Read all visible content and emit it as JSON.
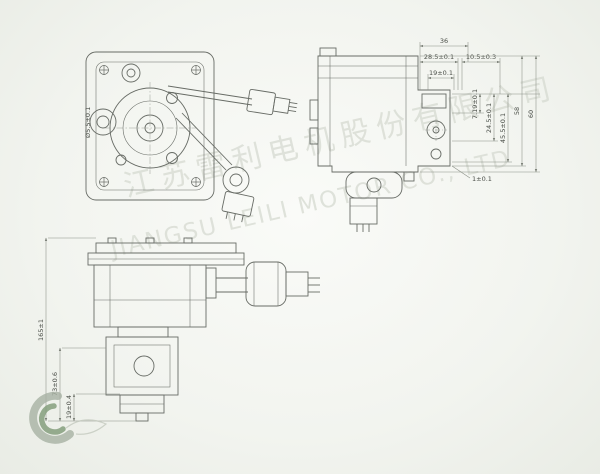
{
  "watermark": {
    "cn": "江苏雷利电机股份有限公司",
    "en": "JIANGSU LEILI MOTOR CO., LTD"
  },
  "front_view": {
    "dia_label": "Ø5.5±0.1"
  },
  "side_view": {
    "dim_36": "36",
    "dim_285": "28.5±0.1",
    "dim_105": "10.5±0.3",
    "dim_19": "19±0.1",
    "dim_719": "7.19±0.1",
    "dim_245": "24.5±0.1",
    "dim_455": "45.5±0.1",
    "dim_58": "58",
    "dim_60": "60",
    "dim_1": "1±0.1"
  },
  "elevation_view": {
    "dim_165": "165±1",
    "dim_73": "73±0.6",
    "dim_19": "19±0.4"
  },
  "colors": {
    "line": "#686c66",
    "dim_line": "#8a8f86",
    "watermark": "#d6dad1",
    "logo_gray": "#a8b2a4",
    "logo_green": "#7f9a77"
  }
}
